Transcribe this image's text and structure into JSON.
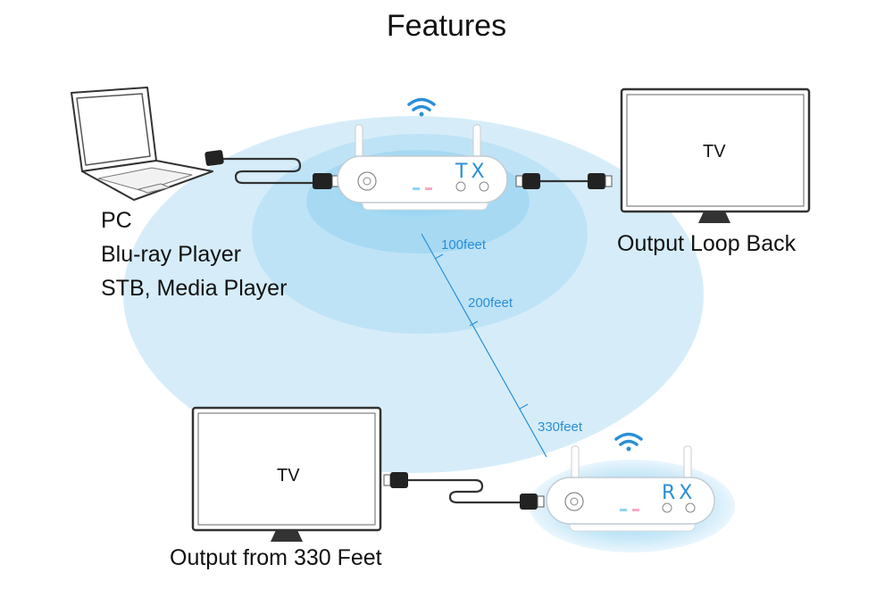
{
  "title": "Features",
  "sources": [
    "PC",
    "Blu-ray Player",
    "STB, Media Player"
  ],
  "loop_out_tv_text": "TV",
  "loop_out_caption": "Output Loop Back",
  "remote_tv_text": "TV",
  "remote_caption": "Output from 330 Feet",
  "transmitter_label": "TX",
  "receiver_label": "RX",
  "distances": [
    "100feet",
    "200feet",
    "330feet"
  ],
  "colors": {
    "range_light": "#d6edf9",
    "range_mid": "#bfe3f6",
    "range_core": "#8fd0f0",
    "distance_line": "#2a8fd6",
    "device_accent": "#2a8fd6"
  }
}
